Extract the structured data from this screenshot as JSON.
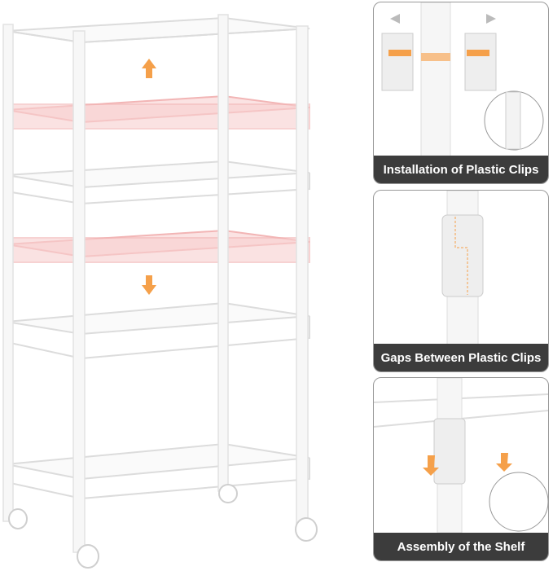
{
  "colors": {
    "accent": "#f5a04a",
    "highlight_shelf": "#f4b8b8",
    "caption_bg": "#3c3c3c",
    "caption_text": "#ffffff"
  },
  "icons": [
    "arrow-up-icon",
    "arrow-down-icon"
  ],
  "panels": [
    {
      "caption": "Installation of Plastic Clips"
    },
    {
      "caption": "Gaps Between Plastic Clips"
    },
    {
      "caption": "Assembly of the Shelf"
    }
  ]
}
